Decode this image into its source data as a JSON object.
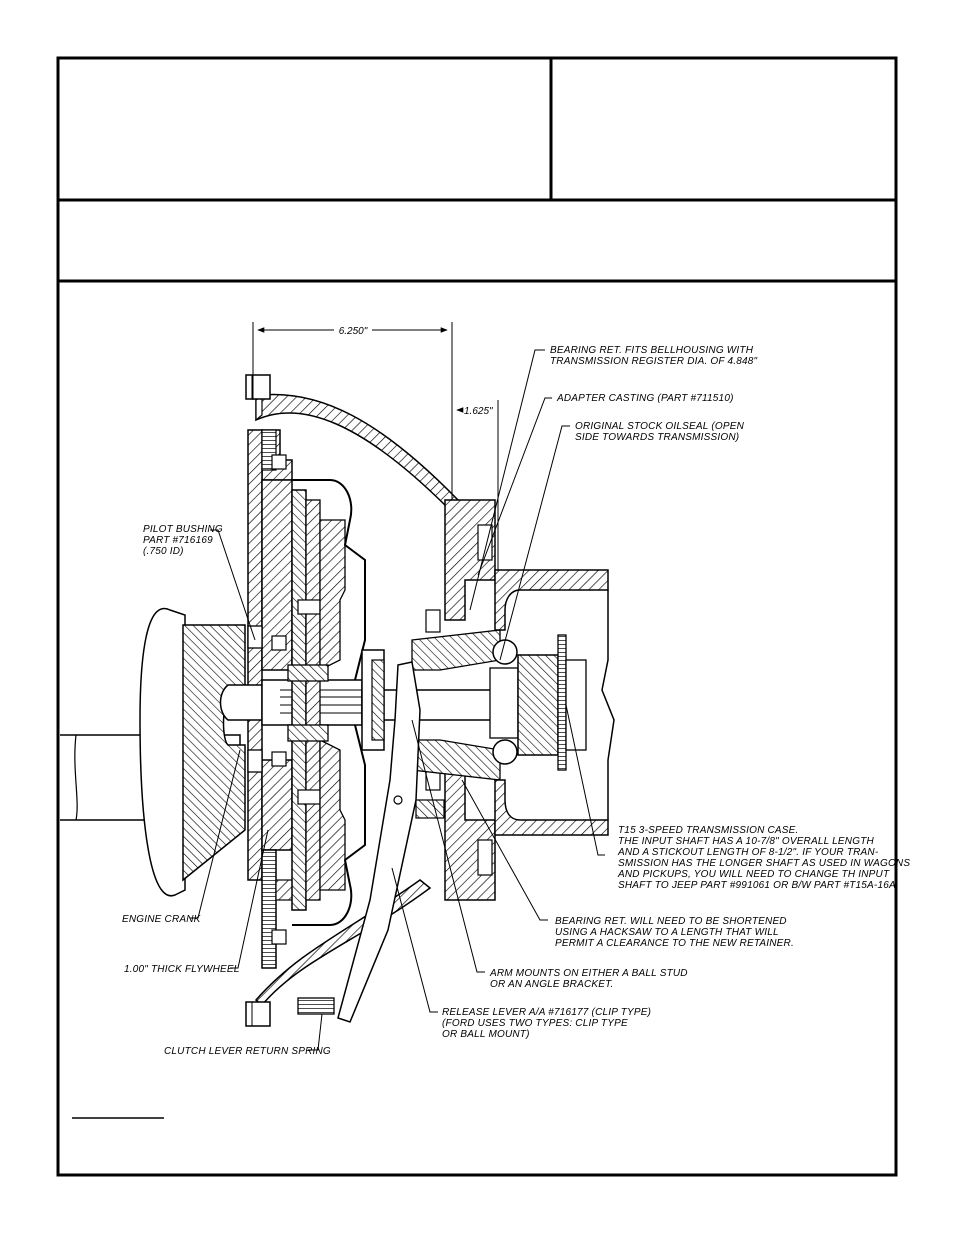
{
  "dimensions": {
    "overall_length": "6.250\"",
    "adapter_offset": "1.625\""
  },
  "callouts": {
    "bearing_retainer": [
      "BEARING RET. FITS BELLHOUSING WITH",
      "TRANSMISSION REGISTER DIA. OF 4.848\""
    ],
    "adapter_casting": [
      "ADAPTER CASTING (PART #711510)"
    ],
    "oilseal": [
      "ORIGINAL STOCK OILSEAL (OPEN",
      "SIDE TOWARDS TRANSMISSION)"
    ],
    "pilot_bushing": [
      "PILOT BUSHING",
      "PART #716169",
      "(.750 ID)"
    ],
    "transmission_case": [
      "T15 3-SPEED TRANSMISSION CASE.",
      "THE INPUT SHAFT HAS A 10-7/8\" OVERALL LENGTH",
      "AND A STICKOUT LENGTH OF 8-1/2\". IF YOUR TRAN-",
      "SMISSION HAS THE LONGER SHAFT AS USED IN WAGONS",
      "AND PICKUPS, YOU WILL NEED TO CHANGE TH INPUT",
      "SHAFT TO JEEP PART #991061 OR B/W PART #T15A-16A"
    ],
    "engine_crank": [
      "ENGINE CRANK"
    ],
    "bearing_ret_shorten": [
      "BEARING RET. WILL NEED TO BE SHORTENED",
      "USING A HACKSAW TO A LENGTH THAT WILL",
      "PERMIT A CLEARANCE TO THE NEW RETAINER."
    ],
    "flywheel": [
      "1.00\" THICK FLYWHEEL"
    ],
    "arm_mounts": [
      "ARM MOUNTS ON EITHER A BALL STUD",
      "OR AN ANGLE BRACKET."
    ],
    "release_lever": [
      "RELEASE LEVER A/A #716177 (CLIP TYPE)",
      "(FORD USES TWO TYPES: CLIP TYPE",
      "OR BALL MOUNT)"
    ],
    "return_spring": [
      "CLUTCH LEVER RETURN SPRING"
    ]
  },
  "colors": {
    "ink": "#000000",
    "paper": "#ffffff"
  }
}
